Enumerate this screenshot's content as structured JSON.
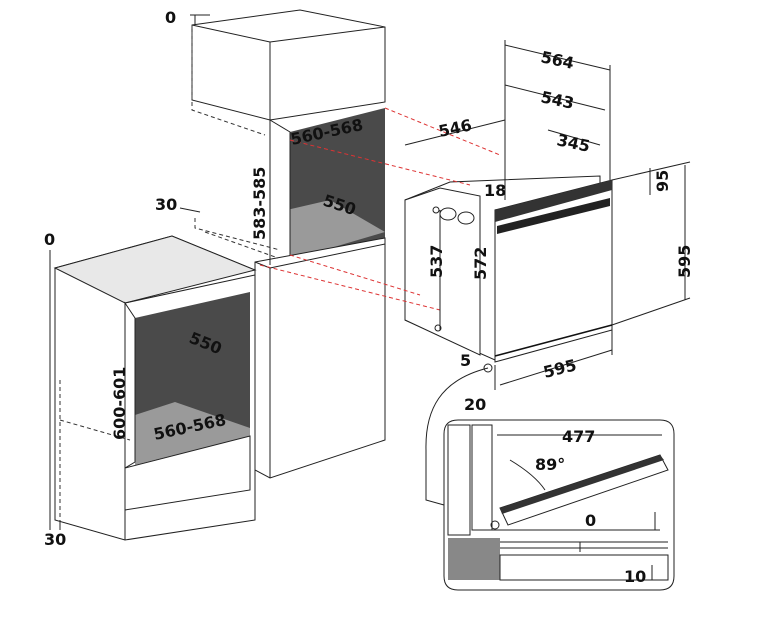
{
  "dimensions": {
    "top_left_zero": "0",
    "tall_top_zero": "0",
    "tall_offset": "30",
    "tall_niche_width": "560-568",
    "tall_niche_height": "583-585",
    "tall_niche_depth": "550",
    "base_top_zero": "0",
    "base_bottom_offset": "30",
    "base_niche_width": "560-568",
    "base_niche_height": "600-601",
    "base_niche_depth": "550",
    "oven_depth_total": "564",
    "oven_depth_body": "543",
    "oven_depth_front": "546",
    "oven_depth_inner": "345",
    "oven_front_offset": "18",
    "oven_top_band": "95",
    "oven_height": "595",
    "oven_body_height": "537",
    "oven_body_height_inner": "572",
    "oven_width": "595",
    "oven_bottom_gap": "5",
    "oven_bottom_offset": "20",
    "door_length": "477",
    "door_angle": "89°",
    "door_gap": "0",
    "door_floor_gap": "10"
  }
}
